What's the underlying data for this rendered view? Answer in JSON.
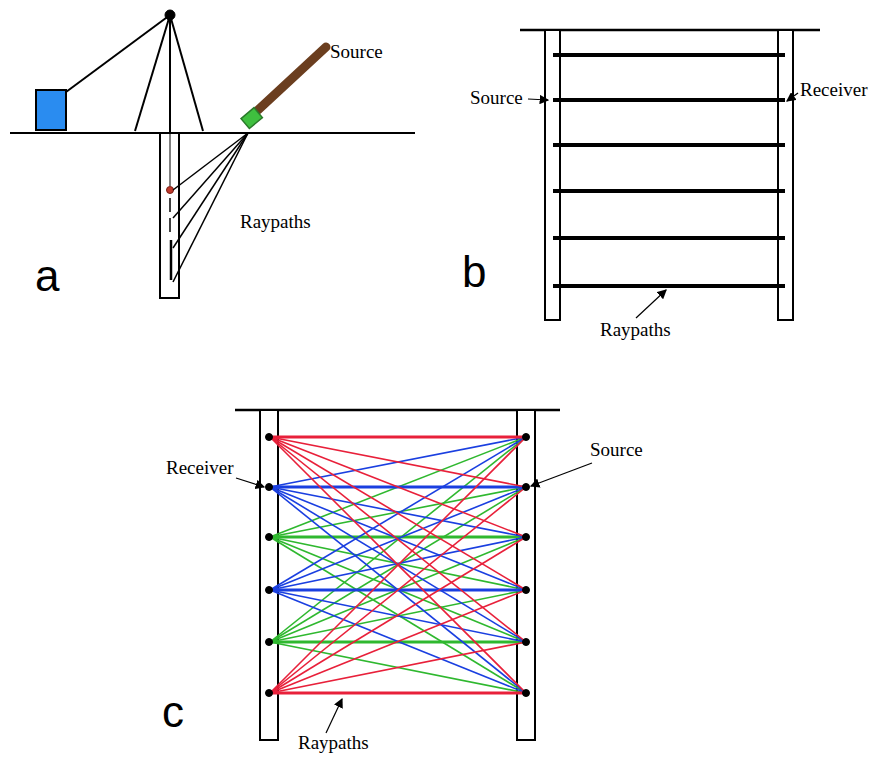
{
  "diagram": {
    "labels": [
      "Source",
      "Raypaths",
      "a",
      "Source",
      "Receiver",
      "Raypaths",
      "b",
      "Receiver",
      "Source",
      "Raypaths",
      "c"
    ]
  }
}
